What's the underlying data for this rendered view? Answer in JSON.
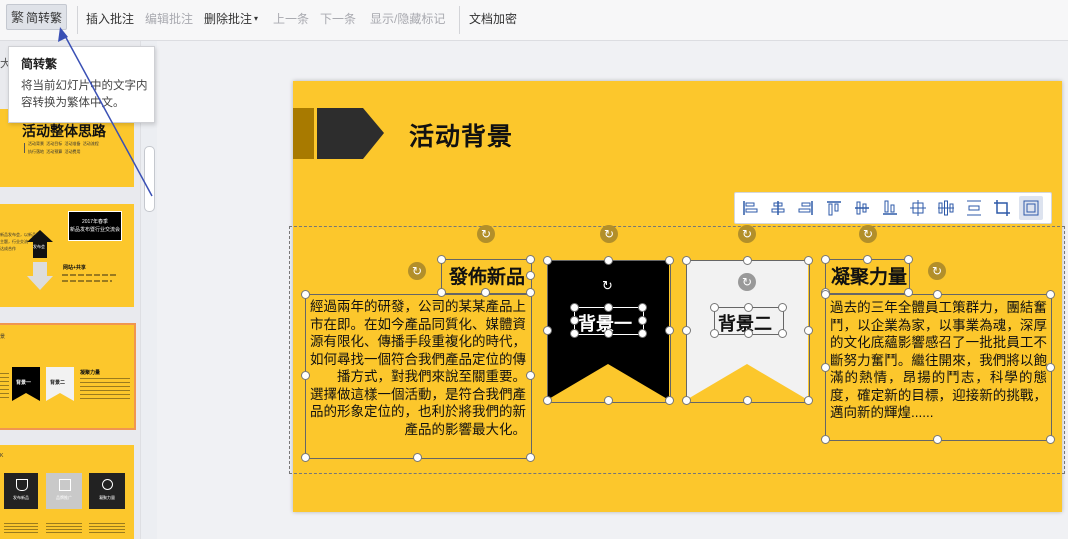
{
  "ribbon": {
    "convert_label": "简转繁",
    "convert_icon_glyph": "繁",
    "insert_comment": "插入批注",
    "edit_comment": "编辑批注",
    "delete_comment": "删除批注",
    "prev": "上一条",
    "next": "下一条",
    "toggle_marks": "显示/隐藏标记",
    "encrypt": "文档加密"
  },
  "tooltip": {
    "title": "简转繁",
    "body": "将当前幻灯片中的文字内容转换为繁体中文。"
  },
  "left_panel": {
    "edge_char": "大",
    "thumb1": {
      "title": "活动整体思路",
      "items": [
        "活动背景",
        "活动目标",
        "活动准备",
        "活动流程",
        "执行落地",
        "活动预算",
        "活动费用"
      ]
    },
    "thumb2": {
      "banner_line1": "2017年春季",
      "banner_line2": "新品发布暨行业交流会",
      "icon_label": "发布会",
      "sub_title": "网站+共享",
      "edge_text_1": "发布",
      "edge_text_2": "会",
      "side_lines": [
        "新品发布会，以新品为",
        "主题，行业交流",
        "达成合作"
      ]
    },
    "thumb3": {
      "edge": "景",
      "label1": "背景一",
      "label2": "背景二",
      "right_title": "凝聚力量"
    },
    "thumb4": {
      "edge": "K",
      "labels": [
        "发布新品",
        "品牌推广",
        "凝聚力量"
      ]
    }
  },
  "slide": {
    "title": "活动背景",
    "left_heading": "發佈新品",
    "left_para_1": "經過兩年的研發，公司的某某產品上市在即。在如今產品同質化、媒體資源有限化、傳播手段重複化的時代，如何尋找一個符合我們產品定位的傳播方式，對我們來說至關重要。",
    "left_para_2": "選擇做這樣一個活動，是符合我們產品的形象定位的，也利於將我們的新產品的影響最大化。",
    "banner1_label": "背景一",
    "banner2_label": "背景二",
    "right_heading": "凝聚力量",
    "right_para": "過去的三年全體員工策群力，團結奮鬥，以企業為家，以事業為魂，深厚的文化底蘊影響感召了一批批員工不斷努力奮鬥。繼往開來，我們將以飽滿的熱情，昂揚的鬥志，科學的態度，確定新的目標，迎接新的挑戰，邁向新的輝煌......"
  },
  "colors": {
    "slide_bg": "#fcc72c",
    "dark_banner": "#000000",
    "light_banner": "#f2f2f2",
    "arrow_dark": "#2d2d2d",
    "arrow_gold": "#a87a00",
    "selection_thumb_border": "#f09650"
  },
  "align_toolbar_icons": [
    "align-left-icon",
    "align-center-icon",
    "align-right-icon",
    "align-top-icon",
    "align-middle-icon",
    "align-bottom-icon",
    "distribute-horizontal-icon",
    "distribute-h-space-icon",
    "distribute-vertical-icon",
    "crop-icon",
    "group-icon"
  ]
}
